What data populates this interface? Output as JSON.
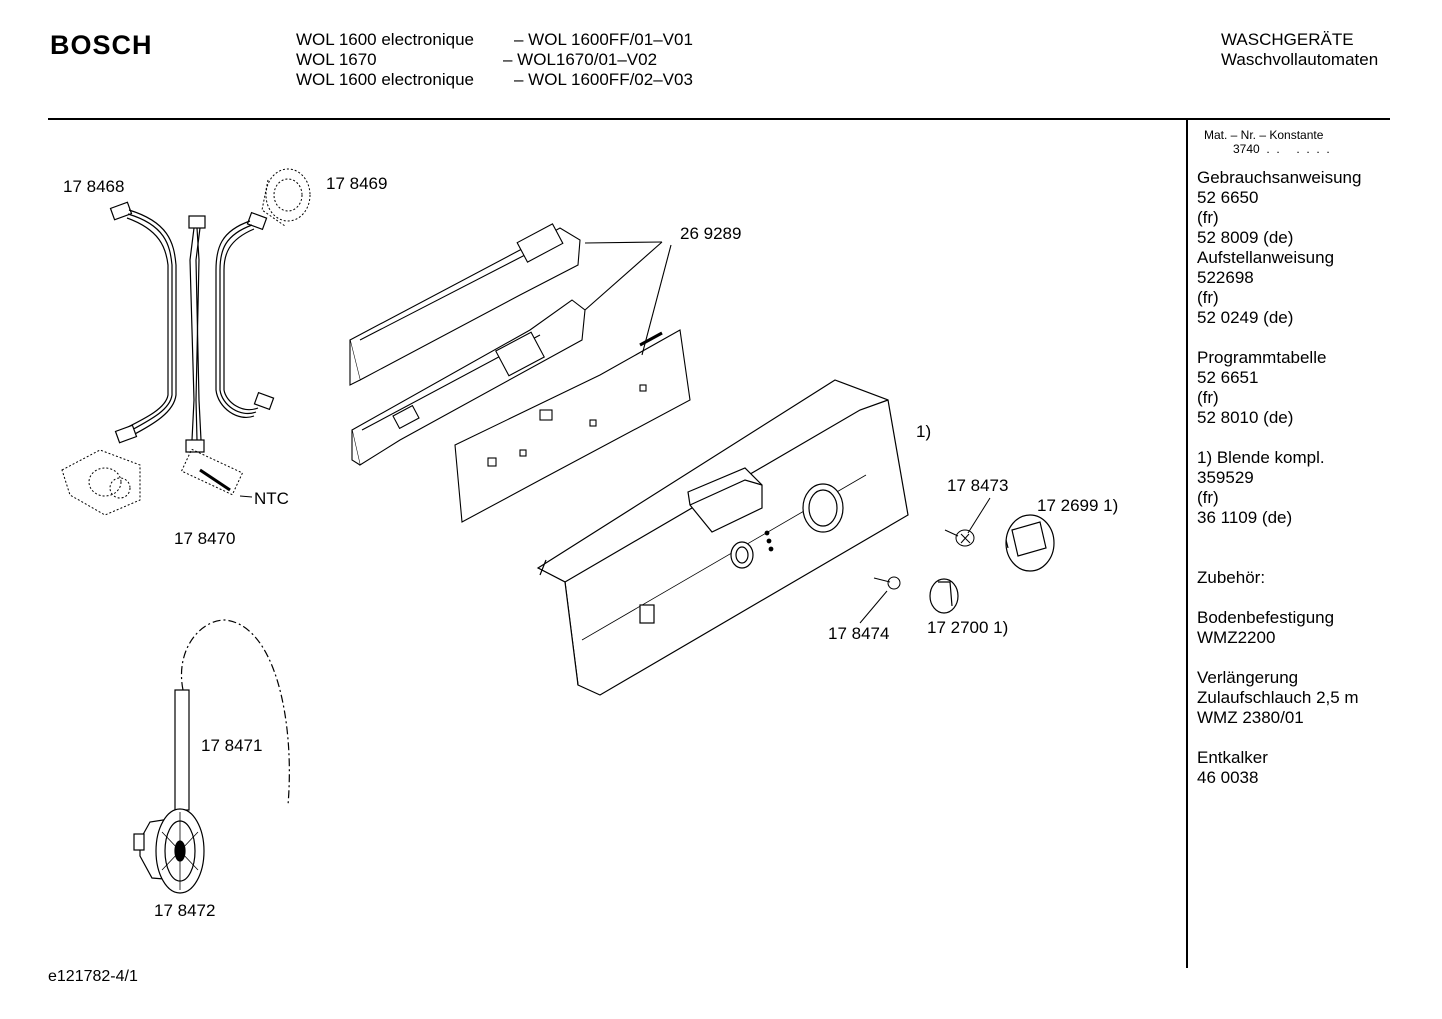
{
  "header": {
    "brand": "BOSCH",
    "models": [
      {
        "name": "WOL 1600 electronique",
        "number": "– WOL 1600FF/01–V01"
      },
      {
        "name": "WOL 1670",
        "number": "– WOL1670/01–V02"
      },
      {
        "name": "WOL 1600 electronique",
        "number": "– WOL 1600FF/02–V03"
      }
    ],
    "category": "WASCHGERÄTE",
    "subcategory": "Waschvollautomaten"
  },
  "sidebar": {
    "mat_label": "Mat. – Nr. – Konstante",
    "mat_value": "3740  .  .     .  .  .  .",
    "lines": [
      "Gebrauchsanweisung",
      "52 6650",
      "(fr)",
      "52 8009 (de)",
      "Aufstellanweisung",
      "522698",
      "(fr)",
      "52 0249 (de)",
      "",
      "Programmtabelle",
      "52 6651",
      "(fr)",
      "52 8010 (de)",
      "",
      "1) Blende kompl.",
      "359529",
      "(fr)",
      "36 1109 (de)",
      "",
      "",
      "Zubehör:",
      "",
      "Bodenbefestigung",
      "WMZ2200",
      "",
      "Verlängerung",
      "Zulaufschlauch 2,5 m",
      "WMZ 2380/01",
      "",
      "Entkalker",
      "46 0038"
    ]
  },
  "parts": {
    "p178468": "17 8468",
    "p178469": "17 8469",
    "p269289": "26 9289",
    "pntc": "NTC",
    "p178470": "17 8470",
    "p1": "1)",
    "p178473": "17 8473",
    "p172699": "17 2699 1)",
    "p178474": "17 8474",
    "p172700": "17 2700 1)",
    "p178471": "17 8471",
    "p178472": "17 8472"
  },
  "footer": {
    "code": "e121782-4/1"
  }
}
